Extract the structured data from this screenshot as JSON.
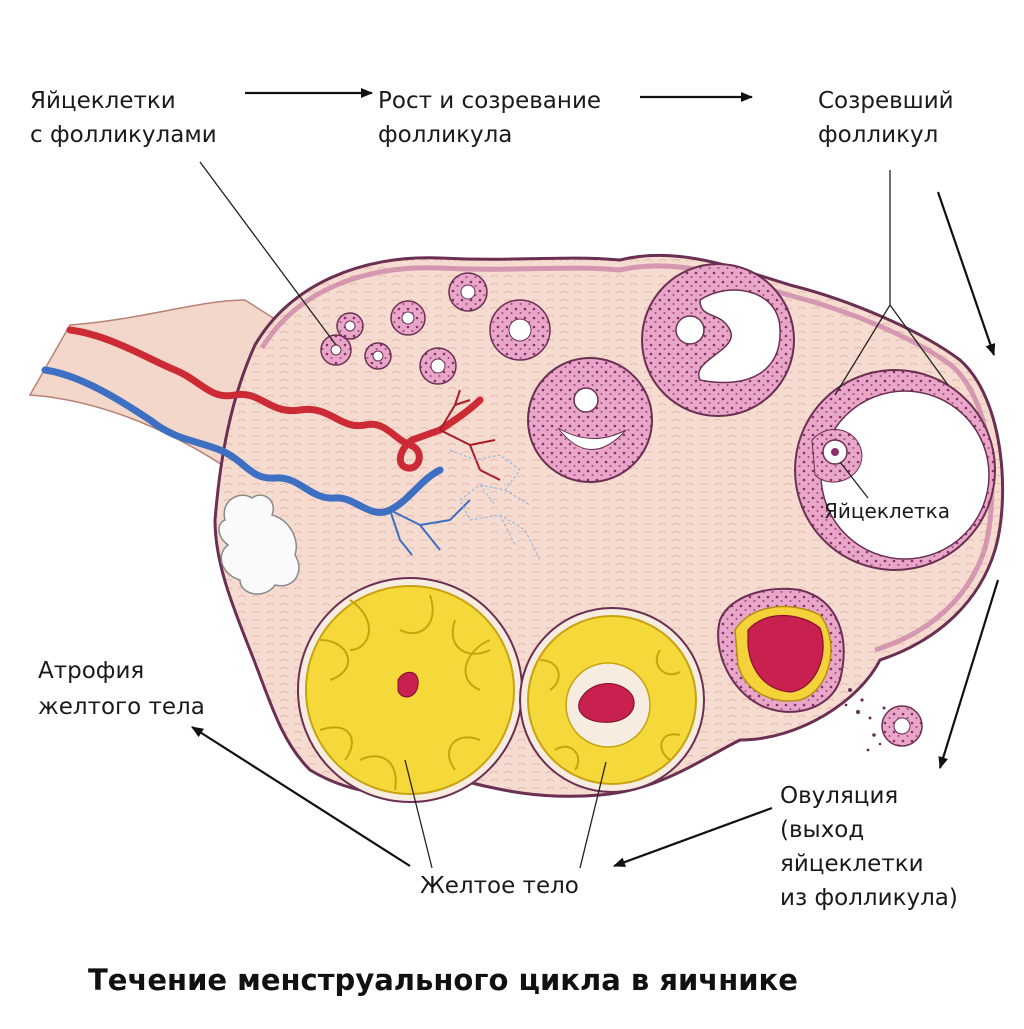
{
  "labels": {
    "eggs_with_follicles": [
      "Яйцеклетки",
      "с фолликулами"
    ],
    "growth": [
      "Рост и созревание",
      "фолликула"
    ],
    "mature": [
      "Созревший",
      "фолликул"
    ],
    "egg": "Яйцеклетка",
    "ovulation": [
      "Овуляция",
      "(выход",
      "яйцеклетки",
      "из фолликула)"
    ],
    "corpus_luteum": "Желтое тело",
    "atrophy": [
      "Атрофия",
      "желтого тела"
    ]
  },
  "title": "Течение менструального цикла  в яичнике",
  "colors": {
    "ovary": "#f6dcd0",
    "follicle": "#d98ab4",
    "luteum": "#f5d93a",
    "artery": "#cc2b36",
    "vein": "#3d6fc2",
    "blood": "#c8214f"
  }
}
